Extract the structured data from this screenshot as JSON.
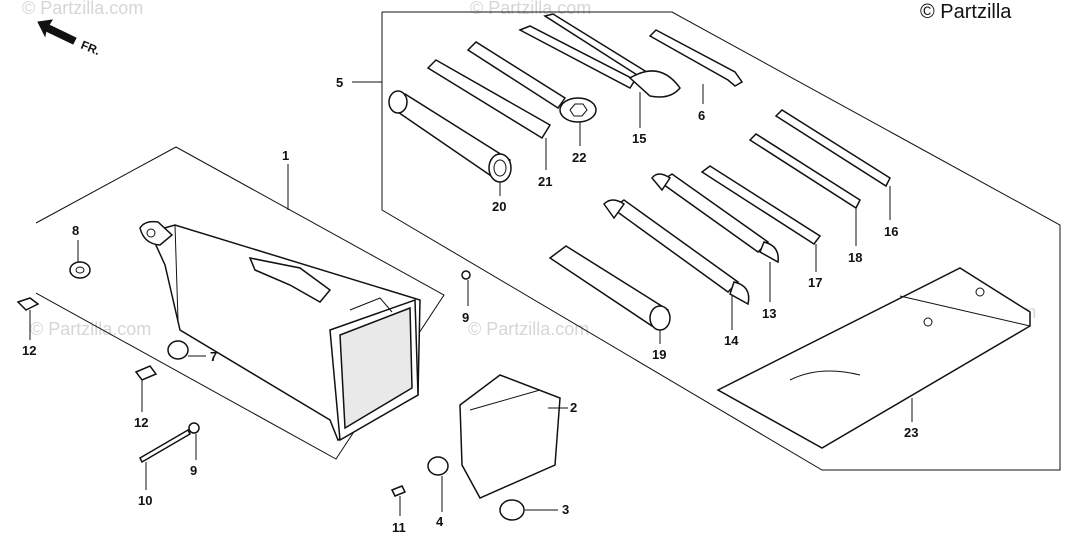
{
  "copyright": "© Partzilla",
  "watermark": "© Partzilla.com",
  "direction": {
    "label": "FR."
  },
  "callouts": [
    {
      "id": "c1",
      "label": "1"
    },
    {
      "id": "c2",
      "label": "2"
    },
    {
      "id": "c3",
      "label": "3"
    },
    {
      "id": "c4",
      "label": "4"
    },
    {
      "id": "c5",
      "label": "5"
    },
    {
      "id": "c6",
      "label": "6"
    },
    {
      "id": "c7",
      "label": "7"
    },
    {
      "id": "c8",
      "label": "8"
    },
    {
      "id": "c9a",
      "label": "9"
    },
    {
      "id": "c9b",
      "label": "9"
    },
    {
      "id": "c10",
      "label": "10"
    },
    {
      "id": "c11",
      "label": "11"
    },
    {
      "id": "c12a",
      "label": "12"
    },
    {
      "id": "c12b",
      "label": "12"
    },
    {
      "id": "c13",
      "label": "13"
    },
    {
      "id": "c14",
      "label": "14"
    },
    {
      "id": "c15",
      "label": "15"
    },
    {
      "id": "c16",
      "label": "16"
    },
    {
      "id": "c17",
      "label": "17"
    },
    {
      "id": "c18",
      "label": "18"
    },
    {
      "id": "c19",
      "label": "19"
    },
    {
      "id": "c20",
      "label": "20"
    },
    {
      "id": "c21",
      "label": "21"
    },
    {
      "id": "c22",
      "label": "22"
    },
    {
      "id": "c23",
      "label": "23"
    }
  ]
}
